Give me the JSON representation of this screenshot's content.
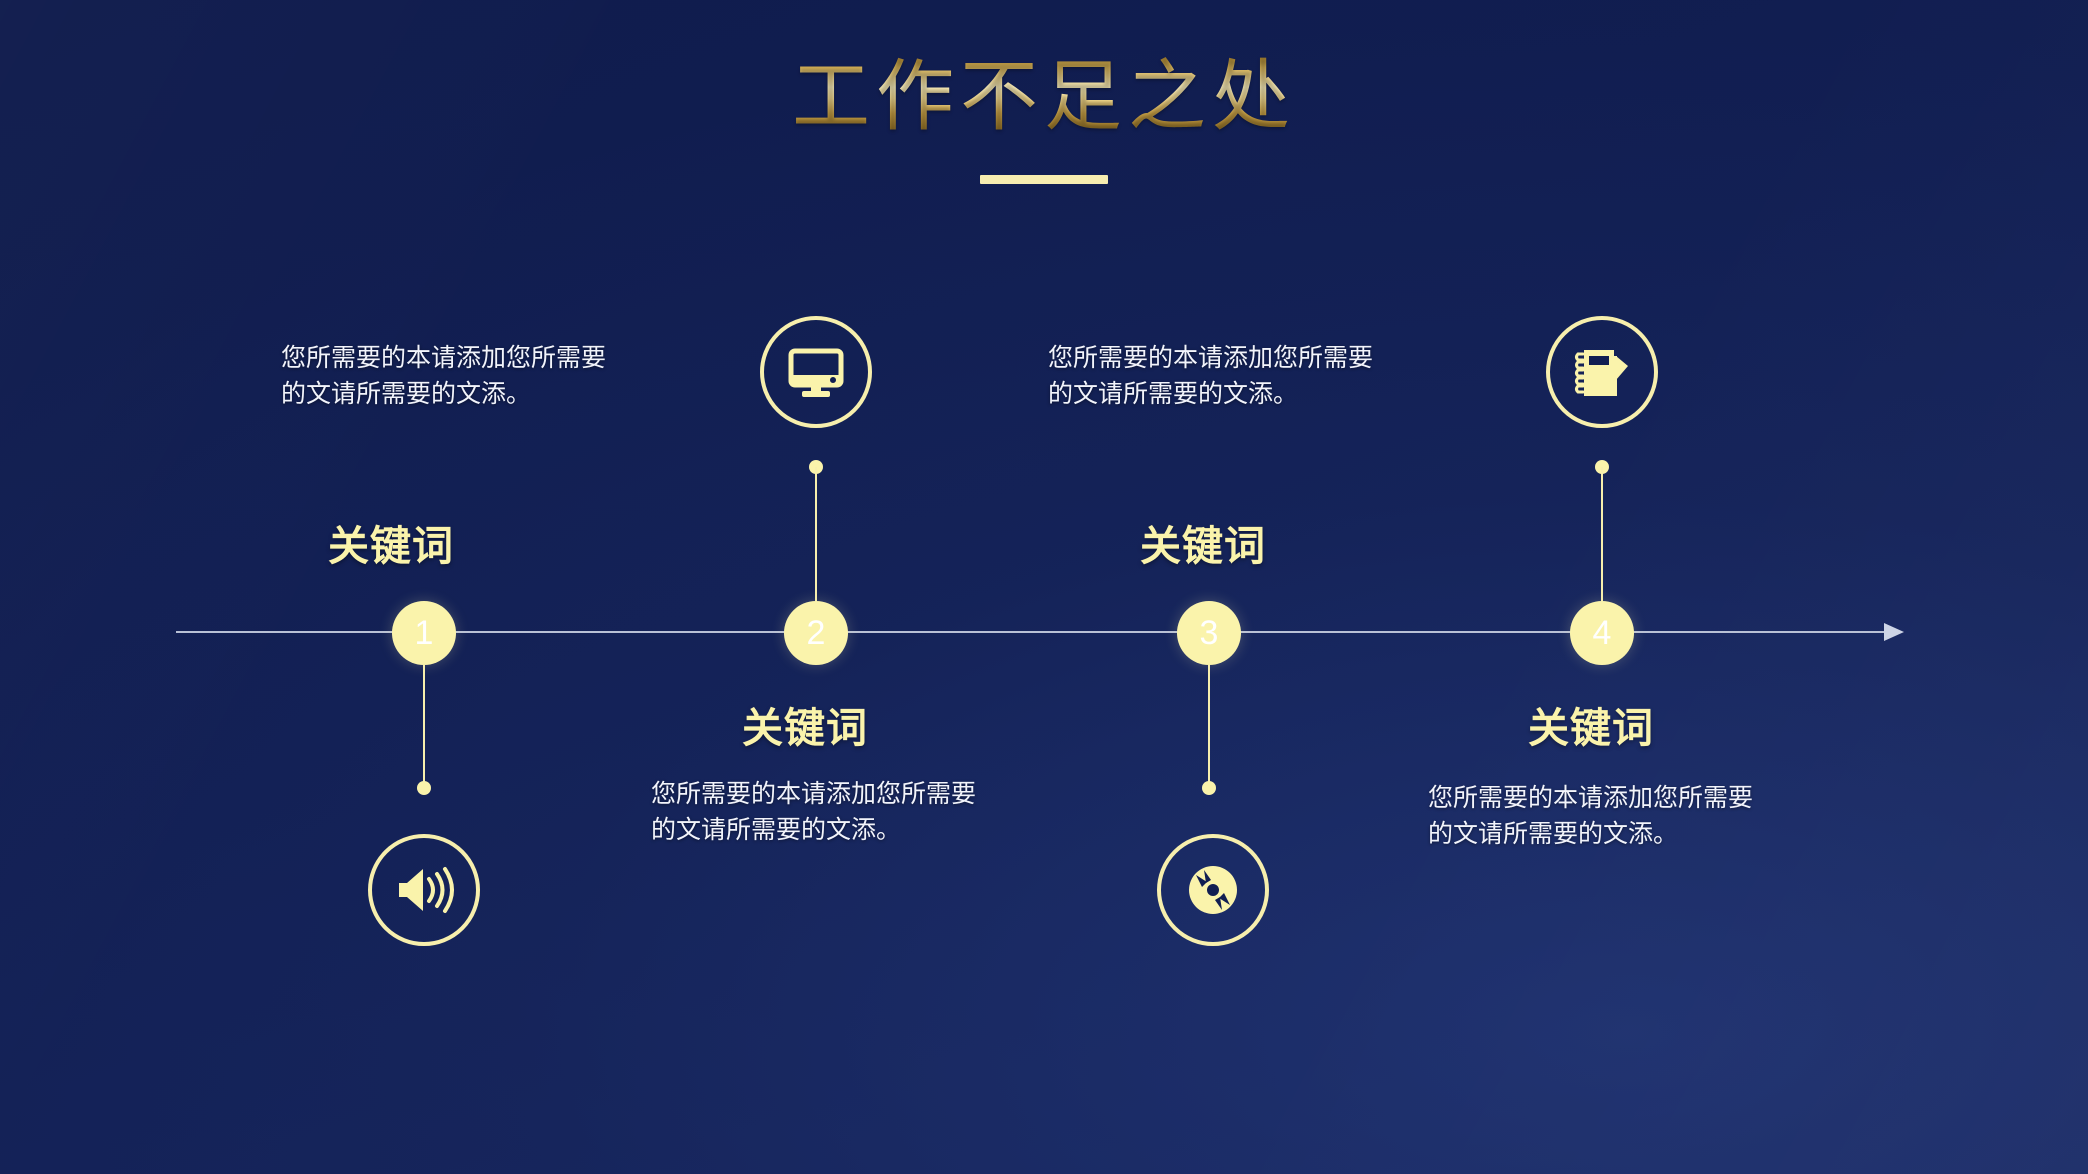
{
  "slide": {
    "title": "工作不足之处",
    "background_color": "#111e52",
    "accent_color": "#faf3ab",
    "title_gold": "#f6dd92",
    "axis_color": "#b9c1d6"
  },
  "timeline": {
    "arrow_label": "timeline-arrow",
    "steps": [
      {
        "number": "1",
        "keyword": "关键词",
        "body": "您所需要的本请添加您所需要的文请所需要的文添。",
        "icon": "speaker-icon",
        "icon_side": "below",
        "text_side": "above"
      },
      {
        "number": "2",
        "keyword": "关键词",
        "body": "您所需要的本请添加您所需要的文请所需要的文添。",
        "icon": "monitor-icon",
        "icon_side": "above",
        "text_side": "below"
      },
      {
        "number": "3",
        "keyword": "关键词",
        "body": "您所需要的本请添加您所需要的文请所需要的文添。",
        "icon": "compact-disc-icon",
        "icon_side": "below",
        "text_side": "above"
      },
      {
        "number": "4",
        "keyword": "关键词",
        "body": "您所需要的本请添加您所需要的文请所需要的文添。",
        "icon": "notebook-icon",
        "icon_side": "above",
        "text_side": "below"
      }
    ]
  }
}
